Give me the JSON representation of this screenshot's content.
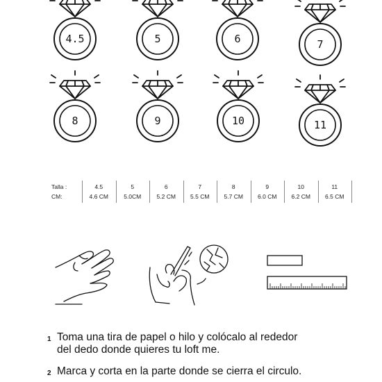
{
  "rings": [
    {
      "size": "4.5"
    },
    {
      "size": "5"
    },
    {
      "size": "6"
    },
    {
      "size": "7"
    },
    {
      "size": "8"
    },
    {
      "size": "9"
    },
    {
      "size": "10"
    },
    {
      "size": "11"
    }
  ],
  "size_table": {
    "talla_label": "Talla :",
    "cm_label": "CM:",
    "columns": [
      {
        "talla": "4.5",
        "cm": "4.6 CM"
      },
      {
        "talla": "5",
        "cm": "5.0CM"
      },
      {
        "talla": "6",
        "cm": "5.2 CM"
      },
      {
        "talla": "7",
        "cm": "5.5 CM"
      },
      {
        "talla": "8",
        "cm": "5.7 CM"
      },
      {
        "talla": "9",
        "cm": "6.0 CM"
      },
      {
        "talla": "10",
        "cm": "6.2 CM"
      },
      {
        "talla": "11",
        "cm": "6.5 CM"
      }
    ]
  },
  "steps": [
    {
      "number": "1",
      "line1": "Toma una tira de papel o hilo y colócalo al rededor",
      "line2": "del dedo donde quieres tu loft me."
    },
    {
      "number": "2",
      "line1": "Marca y corta en la parte donde se cierra el circulo.",
      "line2": ""
    }
  ],
  "icons": [
    "diamond-ring-icon",
    "hand-icon",
    "hands-marking-paper-icon",
    "ruler-icon"
  ]
}
